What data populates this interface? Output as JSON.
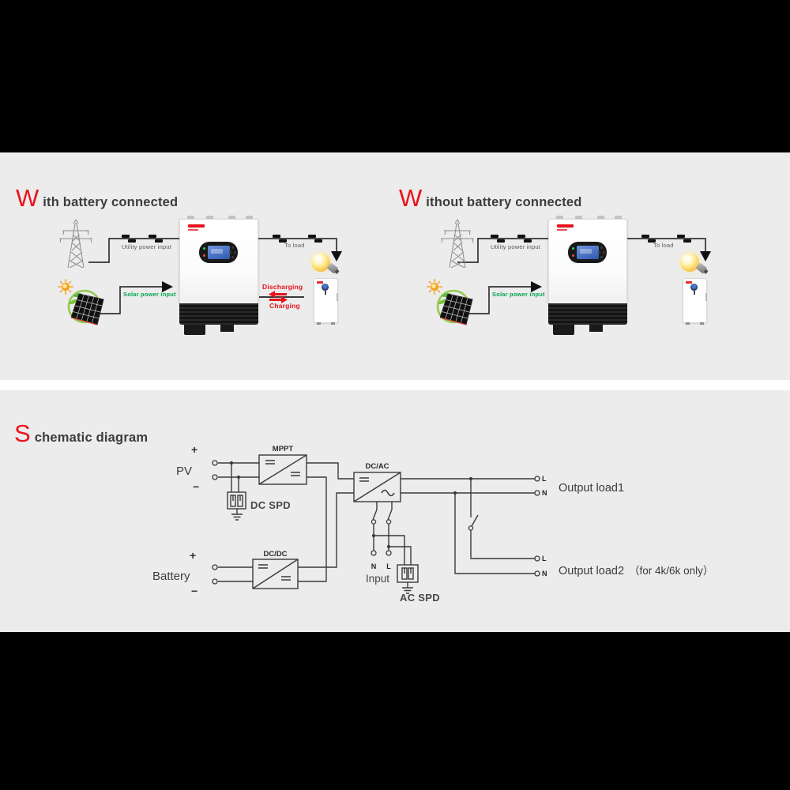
{
  "colors": {
    "accent_red": "#e8131d",
    "eco_green": "#00a651",
    "panel_gray": "#ececec",
    "wire_dark": "#333333",
    "lcd_blue": "#3f6ec9"
  },
  "sections": {
    "with_battery": {
      "title_initial": "W",
      "title_rest": "ith battery connected",
      "labels": {
        "utility_input": "Utility power input",
        "solar_input": "Solar power input",
        "to_load": "To load",
        "discharging": "Discharging",
        "charging": "Charging"
      }
    },
    "without_battery": {
      "title_initial": "W",
      "title_rest": "ithout battery connected",
      "labels": {
        "utility_input": "Utility power input",
        "solar_input": "Solar power input",
        "to_load": "To load"
      }
    },
    "schematic": {
      "title_initial": "S",
      "title_rest": "chematic diagram",
      "pv": {
        "label": "PV",
        "plus": "+",
        "minus": "−"
      },
      "battery": {
        "label": "Battery",
        "plus": "+",
        "minus": "−"
      },
      "blocks": {
        "mppt": "MPPT",
        "dc_dc": "DC/DC",
        "dc_ac": "DC/AC"
      },
      "spd": {
        "dc": "DC SPD",
        "ac": "AC SPD"
      },
      "input": {
        "label": "Input",
        "n": "N",
        "l": "L"
      },
      "outputs": {
        "load1": {
          "label": "Output load1",
          "l": "L",
          "n": "N"
        },
        "load2": {
          "label": "Output load2",
          "note": "（for 4k/6k only）",
          "l": "L",
          "n": "N"
        }
      }
    }
  }
}
